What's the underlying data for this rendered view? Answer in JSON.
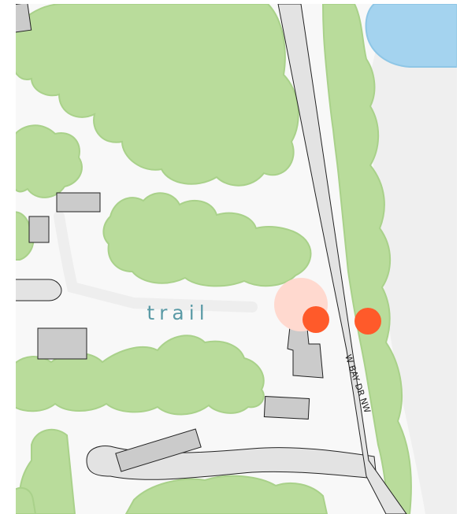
{
  "map": {
    "labels": {
      "trail": "trail",
      "road": "W BAY DR NW"
    },
    "colors": {
      "background": "#f8f8f8",
      "woods": "#b9dc9b",
      "woods_edge": "#a9d18a",
      "water": "#a4d3ef",
      "water_edge": "#8ec6e6",
      "road_fill": "#e3e3e3",
      "road_edge": "#222222",
      "building": "#cbcbcb",
      "building_edge": "#222222",
      "marker": "#ff5a2a",
      "marker_halo": "#ffd9cf",
      "label_trail": "#5a9aa6",
      "label_road": "#222222",
      "shore_zone": "#efefef"
    },
    "markers": [
      {
        "kind": "current-location",
        "icon": "location-dot-icon"
      },
      {
        "kind": "point",
        "icon": "location-dot-icon"
      }
    ]
  }
}
